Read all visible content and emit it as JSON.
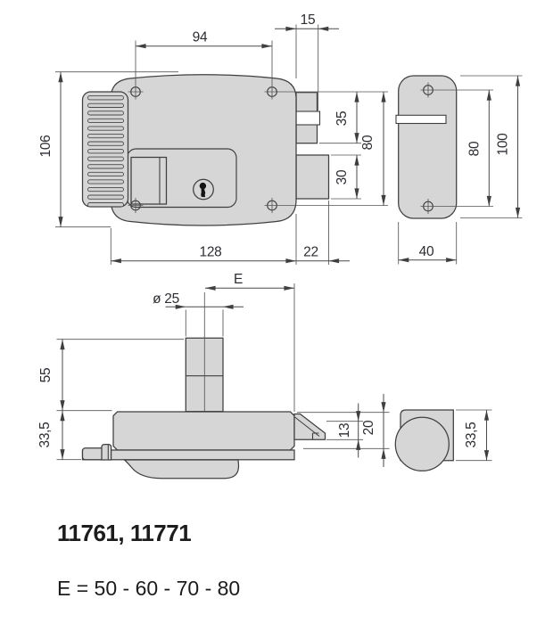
{
  "drawing": {
    "front_view": {
      "dims": {
        "top_holes": "94",
        "latch_offset": "15",
        "height": "106",
        "width": "128",
        "throw": "22",
        "latch_h": "35",
        "holes_v": "80",
        "deadbolt_h": "30"
      }
    },
    "strike_plate": {
      "dims": {
        "holes": "80",
        "height": "100",
        "width": "40"
      }
    },
    "top_view": {
      "dims": {
        "backset": "E",
        "cylinder_dia": "ø 25",
        "protrusion": "55",
        "body_depth": "33,5",
        "latch_inner": "13",
        "latch_outer": "20",
        "profile_depth": "33,5"
      }
    },
    "footer": {
      "models": "11761, 11771",
      "backset_values": "E = 50 - 60 - 70 - 80"
    },
    "colors": {
      "fill": "#d6d6d6",
      "line": "#3f3f3f",
      "dim_line": "#4a4a4a",
      "text": "#2d2d33"
    }
  }
}
